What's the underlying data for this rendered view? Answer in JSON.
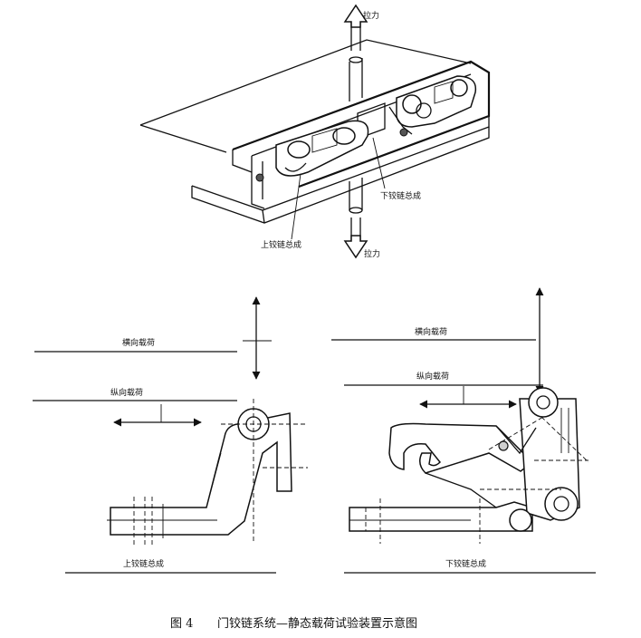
{
  "top_view": {
    "pull_force_top": "拉力",
    "pull_force_bottom": "拉力",
    "lower_hinge_assembly": "下铰链总成",
    "upper_hinge_assembly": "上铰链总成"
  },
  "left_view": {
    "transverse_load": "横向载荷",
    "longitudinal_load": "纵向载荷",
    "assembly_label": "上铰链总成"
  },
  "right_view": {
    "transverse_load": "横向载荷",
    "longitudinal_load": "纵向载荷",
    "assembly_label": "下铰链总成"
  },
  "caption": {
    "figure_number": "图 4",
    "title": "门铰链系统—静态载荷试验装置示意图"
  }
}
